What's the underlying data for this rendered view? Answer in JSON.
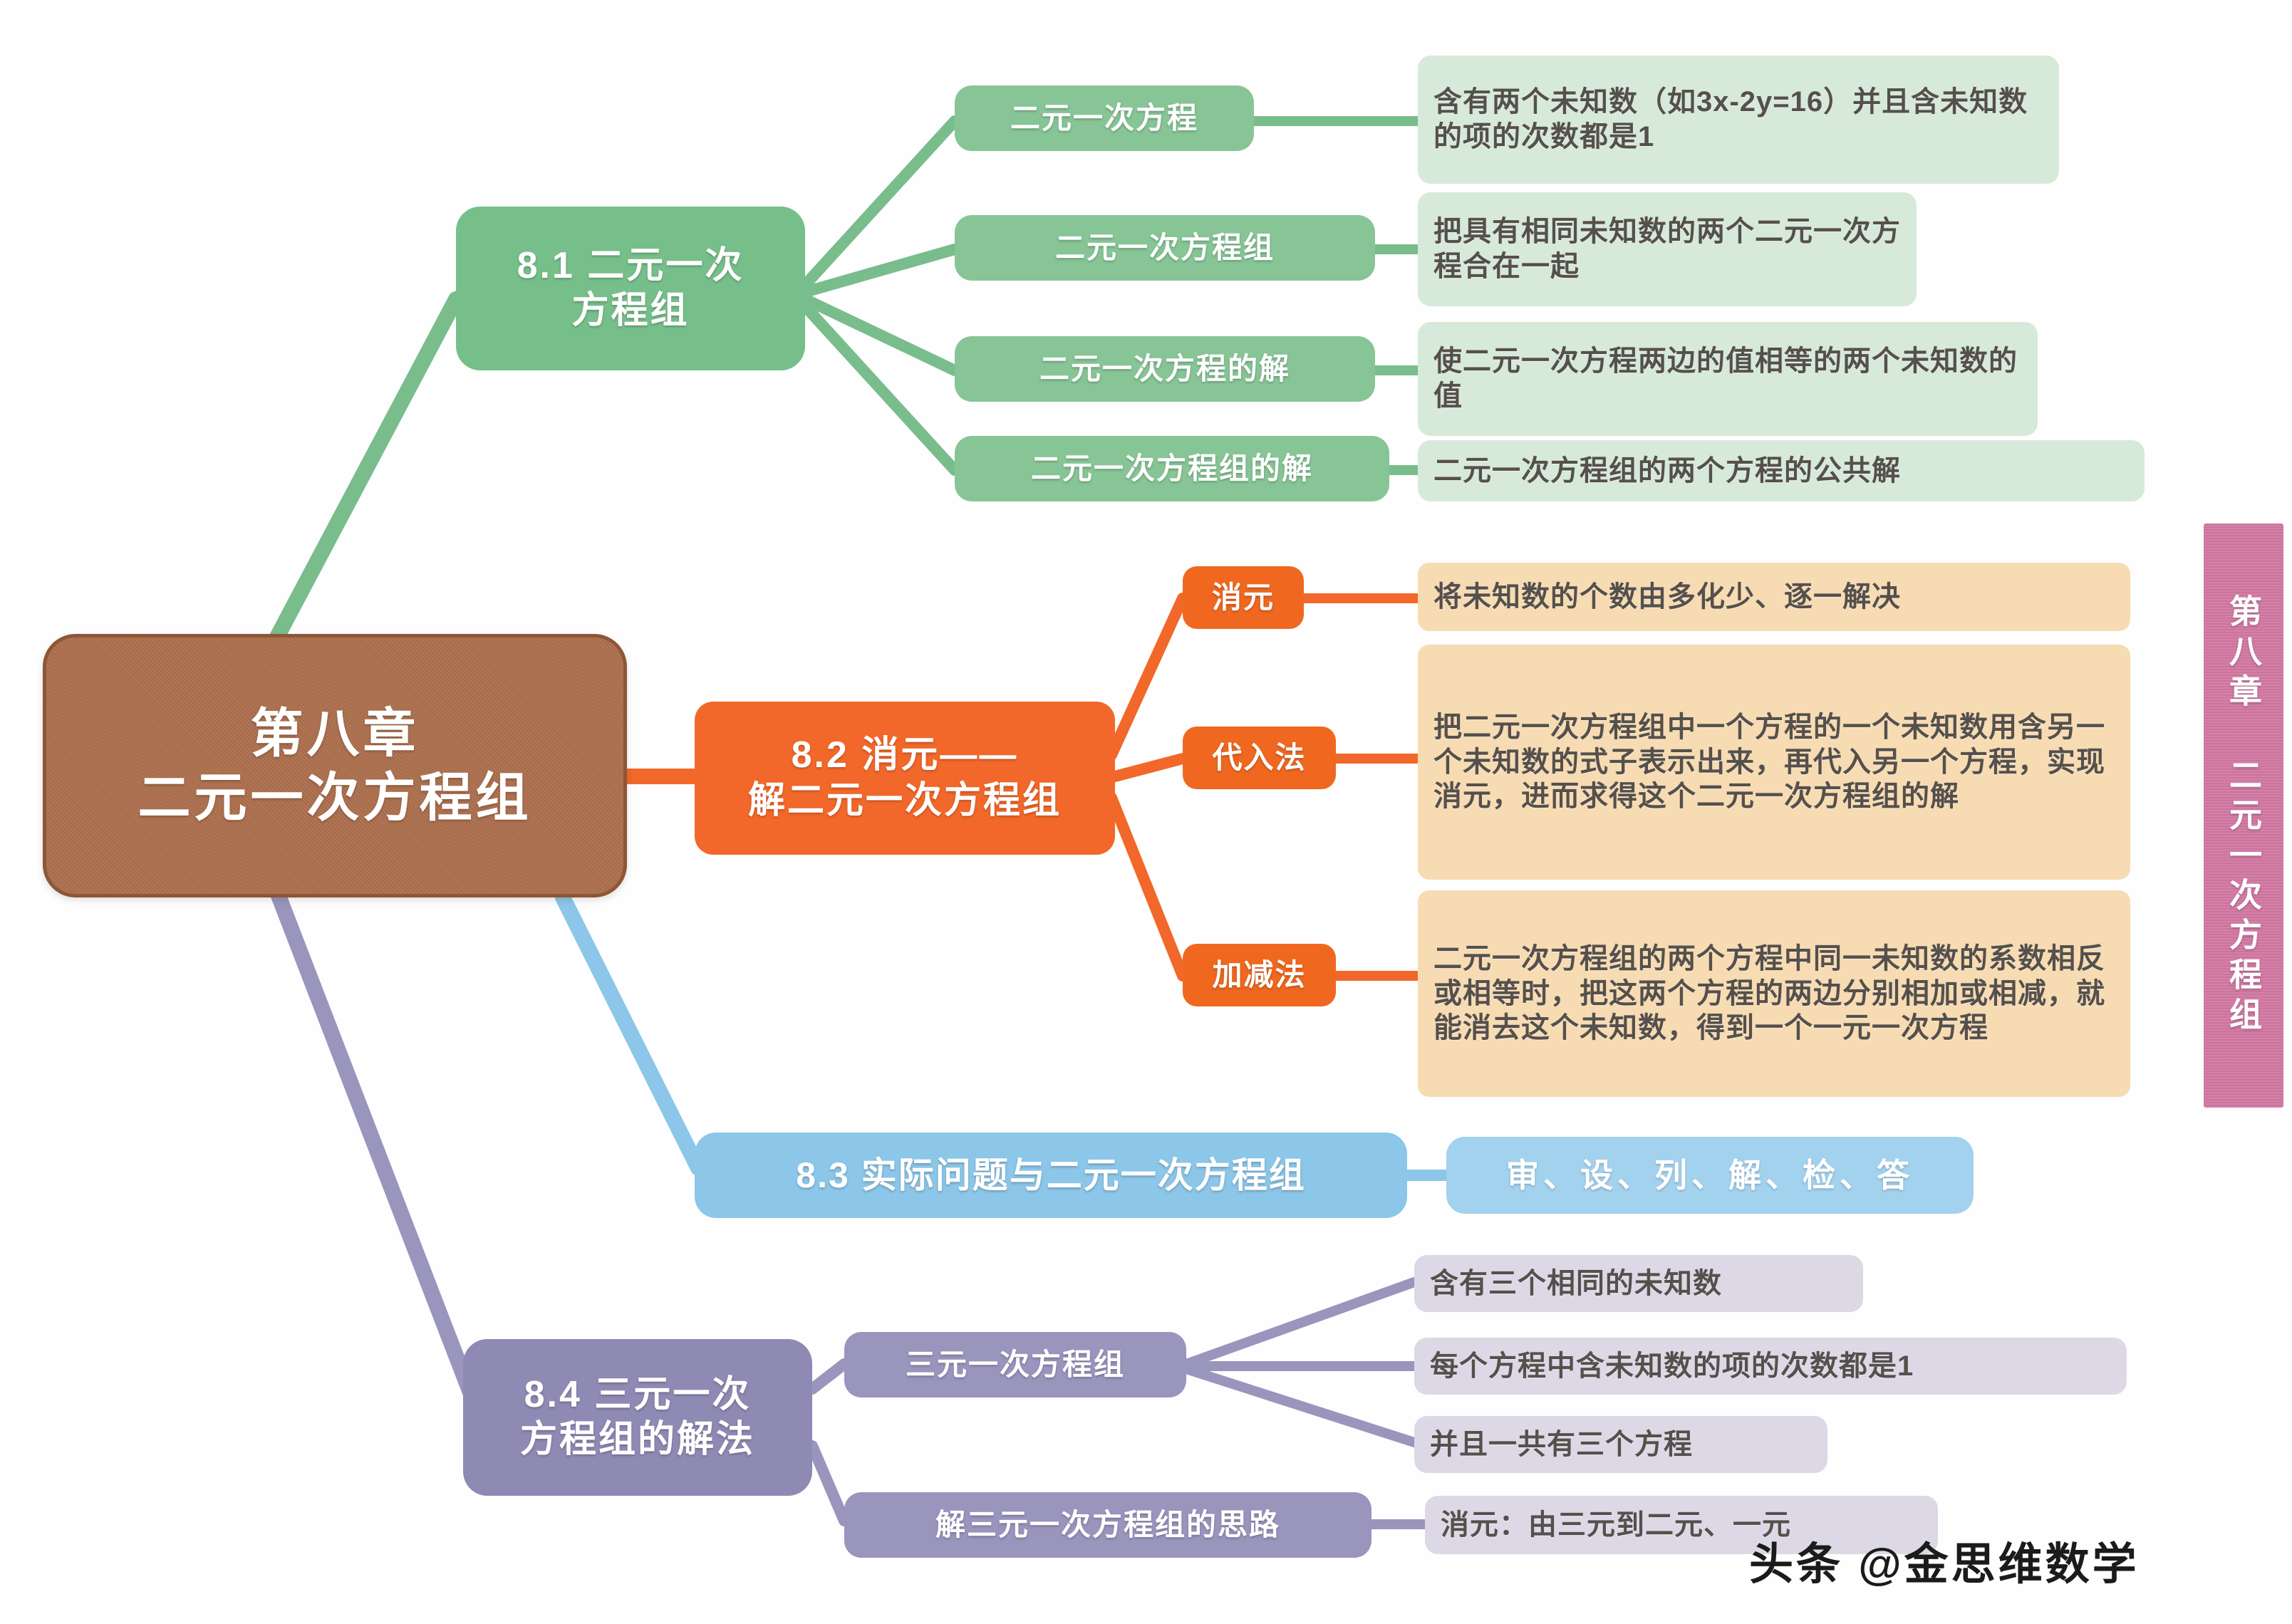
{
  "center": {
    "line1": "第八章",
    "line2": "二元一次方程组",
    "color": "#ad6f4d"
  },
  "side_tab": {
    "label": "第八章 二元一次方程组",
    "color": "#d278a3"
  },
  "watermark": {
    "text": "头条 @金思维数学"
  },
  "branches": [
    {
      "id": "8.1",
      "color": "#76bf8a",
      "title_line1": "8.1 二元一次",
      "title_line2": "方程组",
      "items": [
        {
          "label": "二元一次方程",
          "desc": "含有两个未知数（如3x-2y=16）并且含未知数的项的次数都是1"
        },
        {
          "label": "二元一次方程组",
          "desc": "把具有相同未知数的两个二元一次方程合在一起"
        },
        {
          "label": "二元一次方程的解",
          "desc": "使二元一次方程两边的值相等的两个未知数的值"
        },
        {
          "label": "二元一次方程组的解",
          "desc": "二元一次方程组的两个方程的公共解"
        }
      ]
    },
    {
      "id": "8.2",
      "color": "#f2682a",
      "title_line1": "8.2 消元——",
      "title_line2": "解二元一次方程组",
      "items": [
        {
          "label": "消元",
          "desc": "将未知数的个数由多化少、逐一解决"
        },
        {
          "label": "代入法",
          "desc": "把二元一次方程组中一个方程的一个未知数用含另一个未知数的式子表示出来，再代入另一个方程，实现消元，进而求得这个二元一次方程组的解"
        },
        {
          "label": "加减法",
          "desc": "二元一次方程组的两个方程中同一未知数的系数相反或相等时，把这两个方程的两边分别相加或相减，就能消去这个未知数，得到一个一元一次方程"
        }
      ]
    },
    {
      "id": "8.3",
      "color": "#8cc6e8",
      "title": "8.3 实际问题与二元一次方程组",
      "desc": "审、设、列、解、检、答"
    },
    {
      "id": "8.4",
      "color": "#8f8ab4",
      "title_line1": "8.4 三元一次",
      "title_line2": "方程组的解法",
      "groups": [
        {
          "label": "三元一次方程组",
          "descs": [
            "含有三个相同的未知数",
            "每个方程中含未知数的项的次数都是1",
            "并且一共有三个方程"
          ]
        },
        {
          "label": "解三元一次方程组的思路",
          "descs": [
            "消元：由三元到二元、一元"
          ]
        }
      ]
    }
  ]
}
